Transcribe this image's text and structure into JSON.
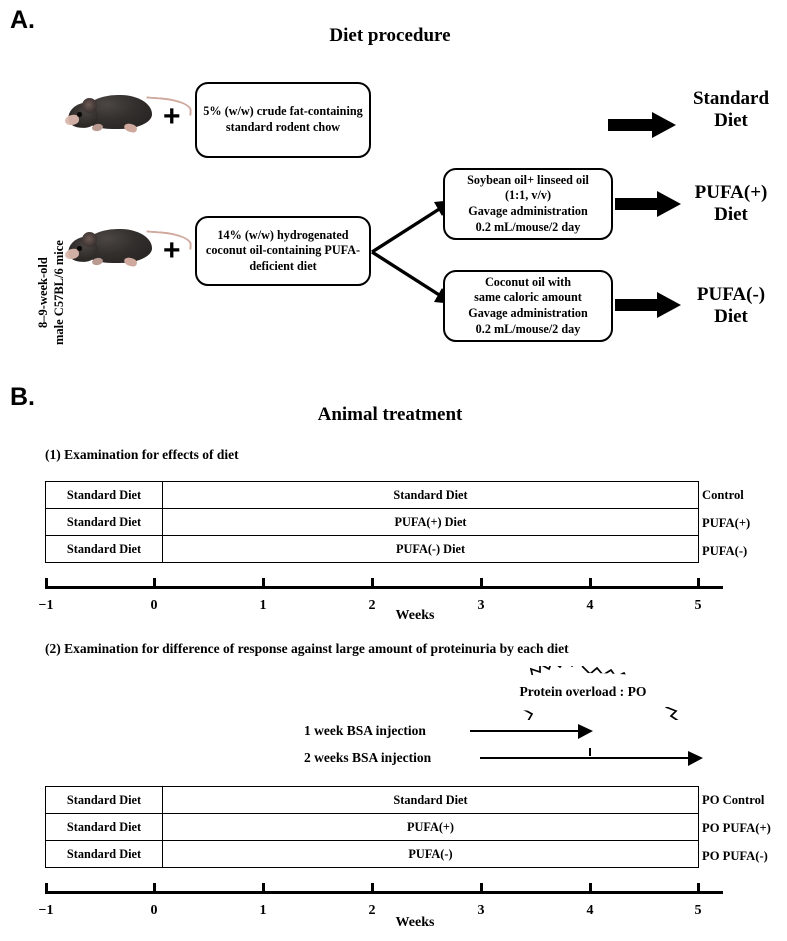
{
  "panels": {
    "a": {
      "letter": "A.",
      "title": "Diet procedure",
      "mouse_strain_line1": "8–9-week-old",
      "mouse_strain_line2": "male C57BL/6 mice",
      "plus": "+",
      "boxes": {
        "standard_chow": "5% (w/w) crude fat-containing standard rodent chow",
        "pufa_deficient": "14% (w/w) hydrogenated coconut oil-containing PUFA-deficient diet",
        "pufa_plus_gavage": "Soybean oil+ linseed oil (1:1, v/v)\nGavage administration\n0.2 mL/mouse/2 day",
        "pufa_minus_gavage": "Coconut oil with same caloric amount\nGavage administration\n0.2 mL/mouse/2 day"
      },
      "outputs": {
        "standard": "Standard\nDiet",
        "pufa_plus": "PUFA(+)\nDiet",
        "pufa_minus": "PUFA(-)\nDiet"
      }
    },
    "b": {
      "letter": "B.",
      "title": "Animal treatment",
      "experiment1": {
        "heading": "(1) Examination for effects of diet",
        "rows": [
          {
            "pre": "Standard Diet",
            "main": "Standard Diet",
            "label": "Control"
          },
          {
            "pre": "Standard Diet",
            "main": "PUFA(+) Diet",
            "label": "PUFA(+)"
          },
          {
            "pre": "Standard Diet",
            "main": "PUFA(-) Diet",
            "label": "PUFA(-)"
          }
        ],
        "axis": {
          "ticks": [
            "−1",
            "0",
            "1",
            "2",
            "3",
            "4",
            "5"
          ],
          "label": "Weeks"
        }
      },
      "experiment2": {
        "heading": "(2) Examination for difference of response against large amount of proteinuria by each diet",
        "burst_label": "Protein overload : PO",
        "injections": [
          {
            "label": "1 week BSA injection"
          },
          {
            "label": "2 weeks BSA injection"
          }
        ],
        "rows": [
          {
            "pre": "Standard Diet",
            "main": "Standard Diet",
            "label": "PO Control"
          },
          {
            "pre": "Standard Diet",
            "main": "PUFA(+)",
            "label": "PO PUFA(+)"
          },
          {
            "pre": "Standard Diet",
            "main": "PUFA(-)",
            "label": "PO PUFA(-)"
          }
        ],
        "axis": {
          "ticks": [
            "−1",
            "0",
            "1",
            "2",
            "3",
            "4",
            "5"
          ],
          "label": "Weeks"
        }
      }
    }
  },
  "colors": {
    "ink": "#000000",
    "paper": "#ffffff",
    "mouse_fur": "#2e2a28",
    "mouse_tail": "#cfa99e"
  },
  "icons": {
    "mouse": "mouse-photo",
    "arrow": "block-arrow-right",
    "burst": "starburst-shape"
  }
}
